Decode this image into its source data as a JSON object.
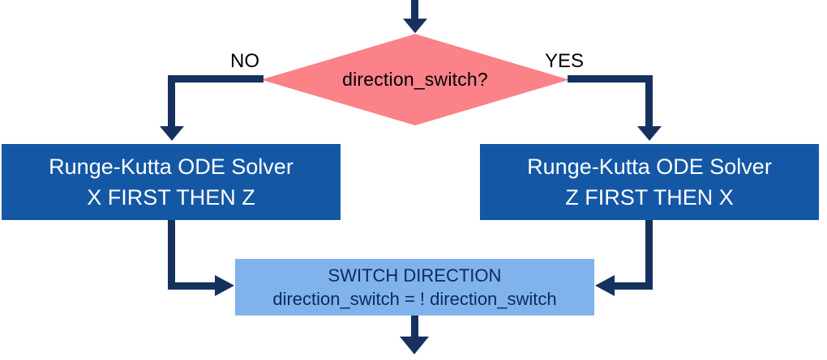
{
  "diagram": {
    "type": "flowchart",
    "decision": {
      "label": "direction_switch?"
    },
    "branches": {
      "no": "NO",
      "yes": "YES"
    },
    "process_left": {
      "line1": "Runge-Kutta ODE Solver",
      "line2": "X FIRST THEN Z"
    },
    "process_right": {
      "line1": "Runge-Kutta ODE Solver",
      "line2": "Z FIRST THEN X"
    },
    "switch_box": {
      "line1": "SWITCH DIRECTION",
      "line2": "direction_switch = ! direction_switch"
    },
    "edges": [
      {
        "from": "entry",
        "to": "decision"
      },
      {
        "from": "decision",
        "to": "process_left",
        "label": "NO"
      },
      {
        "from": "decision",
        "to": "process_right",
        "label": "YES"
      },
      {
        "from": "process_left",
        "to": "switch_box"
      },
      {
        "from": "process_right",
        "to": "switch_box"
      },
      {
        "from": "switch_box",
        "to": "exit"
      }
    ]
  },
  "colors": {
    "background": "#FFFFFF",
    "arrow": "#16315E",
    "decision_fill": "#FA8288",
    "decision_text": "#000000",
    "process_fill": "#1458A5",
    "process_text": "#FFFFFF",
    "switch_fill": "#80B3EC",
    "switch_text": "#0C2A5C",
    "branch_label_text": "#000000"
  }
}
